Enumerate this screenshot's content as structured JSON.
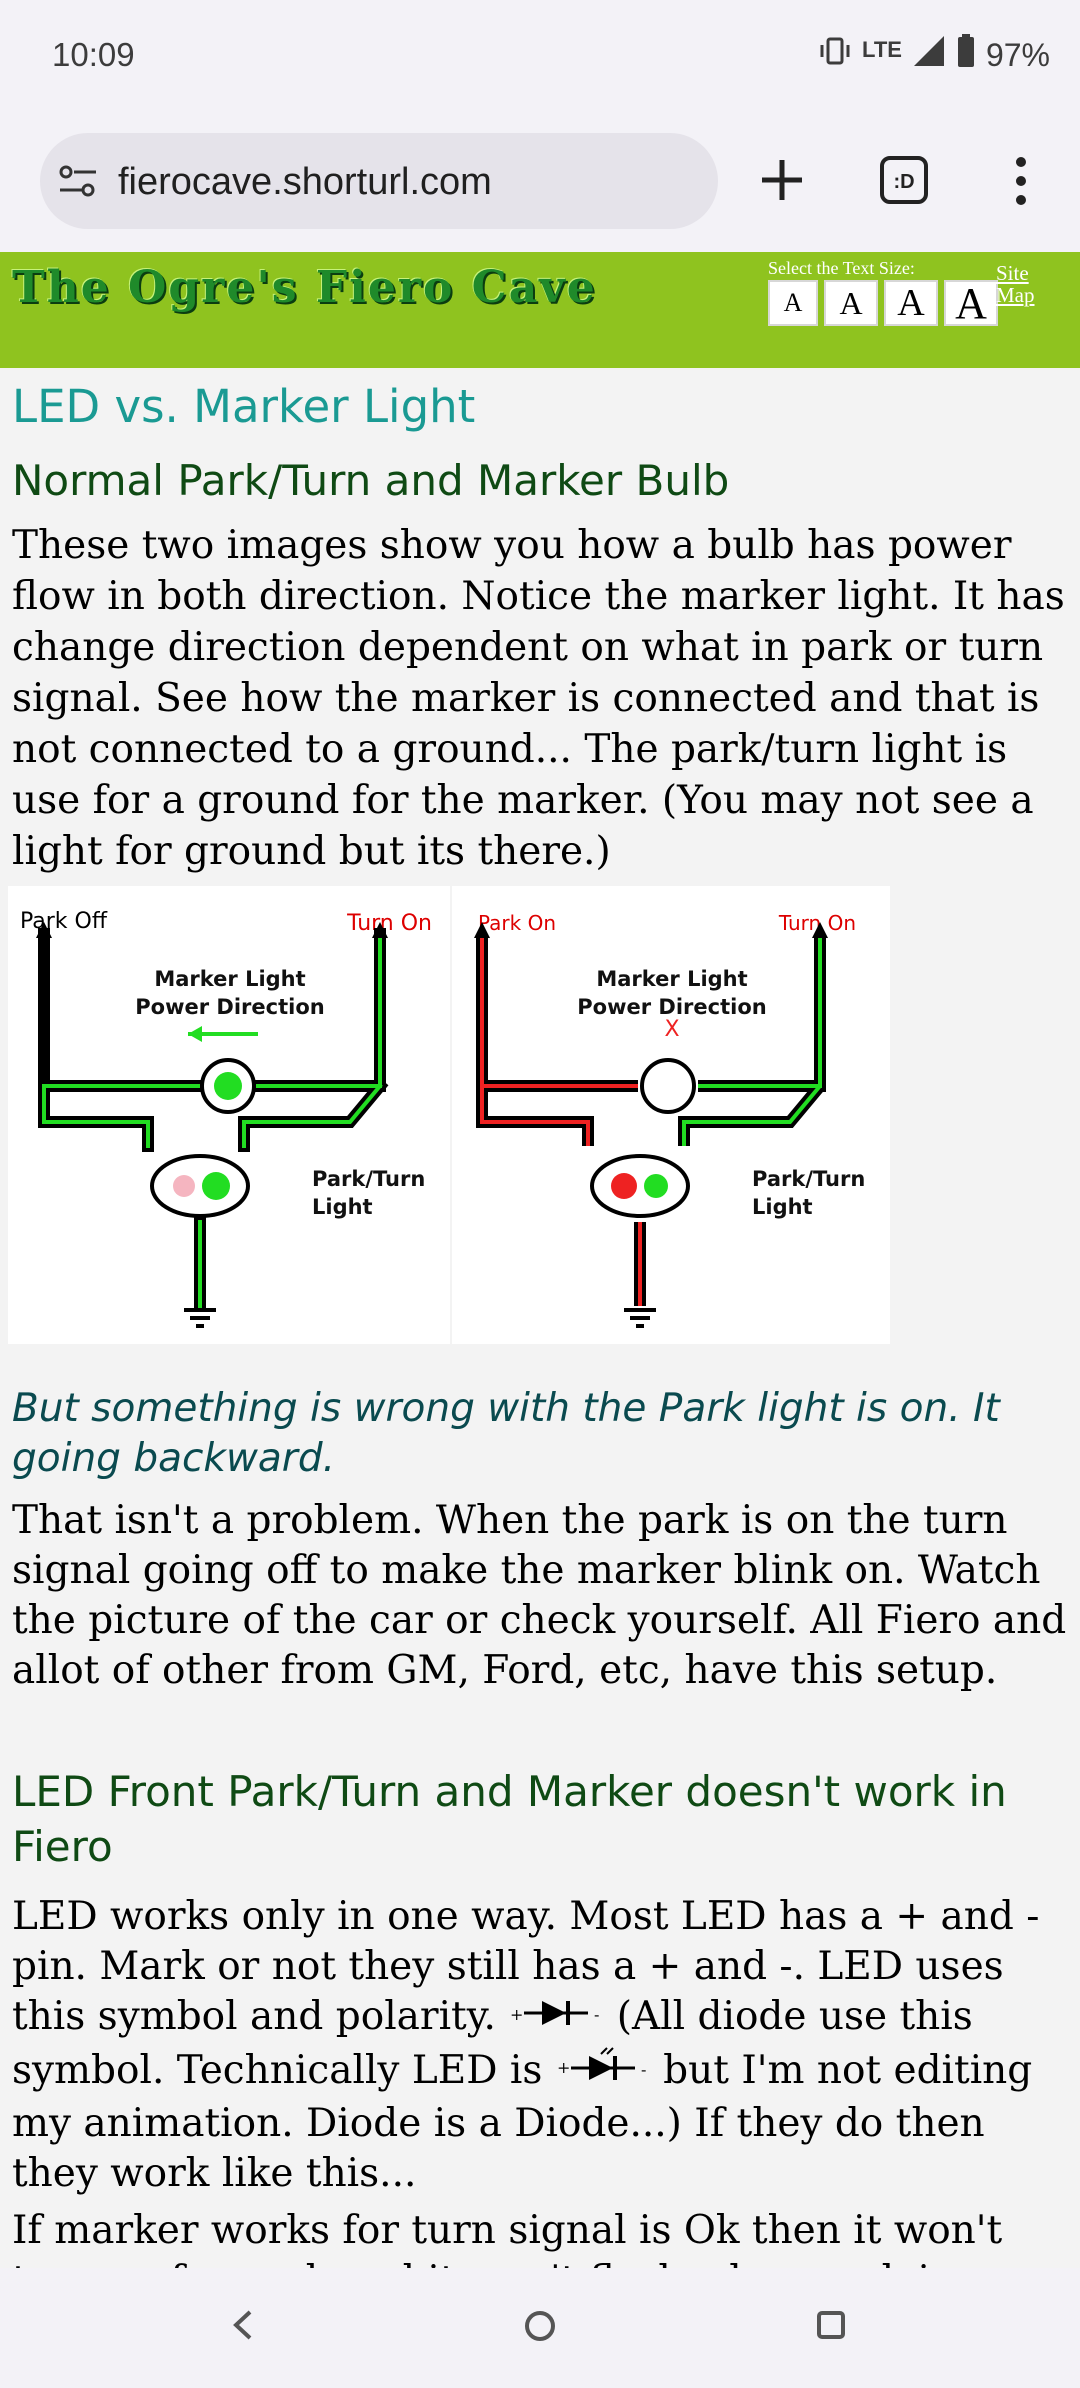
{
  "status_bar": {
    "time": "10:09",
    "network": "LTE",
    "battery": "97%"
  },
  "browser": {
    "url": "fierocave.shorturl.com",
    "tabs_label": ":D"
  },
  "site_header": {
    "title": "The Ogre's Fiero Cave",
    "text_size_label": "Select the Text Size:",
    "size_buttons": [
      "A",
      "A",
      "A",
      "A"
    ],
    "site_map_line1": "Site",
    "site_map_line2": "Map"
  },
  "article": {
    "title": "LED vs. Marker Light",
    "section1_heading": "Normal Park/Turn and Marker Bulb",
    "section1_text": "These two images show you how a bulb has power flow in both direction. Notice the marker light. It has change direction dependent on what in park or turn signal. See how the marker is connected and that is not connected to a ground... The park/turn light is use for a ground for the marker. (You may not see a light for ground but its there.)",
    "italic_note": "But something is wrong with the Park light is on. It going backward.",
    "section2_text": "That isn't a problem. When the park is on the turn signal going off to make the marker blink on. Watch the picture of the car or check yourself. All Fiero and allot of other from GM, Ford, etc, have this setup.",
    "section3_heading": "LED Front Park/Turn and Marker doesn't work in Fiero",
    "section3_part1": "LED works only in one way. Most LED has a + and - pin. Mark or not they still has a + and -. LED uses this symbol and polarity.",
    "section3_part2": "(All diode use this symbol. Technically LED is",
    "section3_part3": "but I'm not editing my animation. Diode is a Diode...) If they do then they work like this...",
    "section4_text": "If marker works for turn signal is Ok then it won't turn on for park and it won't flash when park is on."
  },
  "diagram1": {
    "label_left": "Park Off",
    "label_right": "Turn On",
    "title_line1": "Marker Light",
    "title_line2": "Power Direction",
    "bulb_label_line1": "Park/Turn",
    "bulb_label_line2": "Light"
  },
  "diagram2": {
    "label_left": "Park On",
    "label_right": "Turn On",
    "title_line1": "Marker Light",
    "title_line2": "Power Direction",
    "no_flow_mark": "X",
    "bulb_label_line1": "Park/Turn",
    "bulb_label_line2": "Light"
  },
  "colors": {
    "header_green": "#8fc31f",
    "teal_heading": "#1a9a93",
    "dark_green_heading": "#0f4a14",
    "flow_green": "#22dd22",
    "flow_red": "#ee2222"
  }
}
